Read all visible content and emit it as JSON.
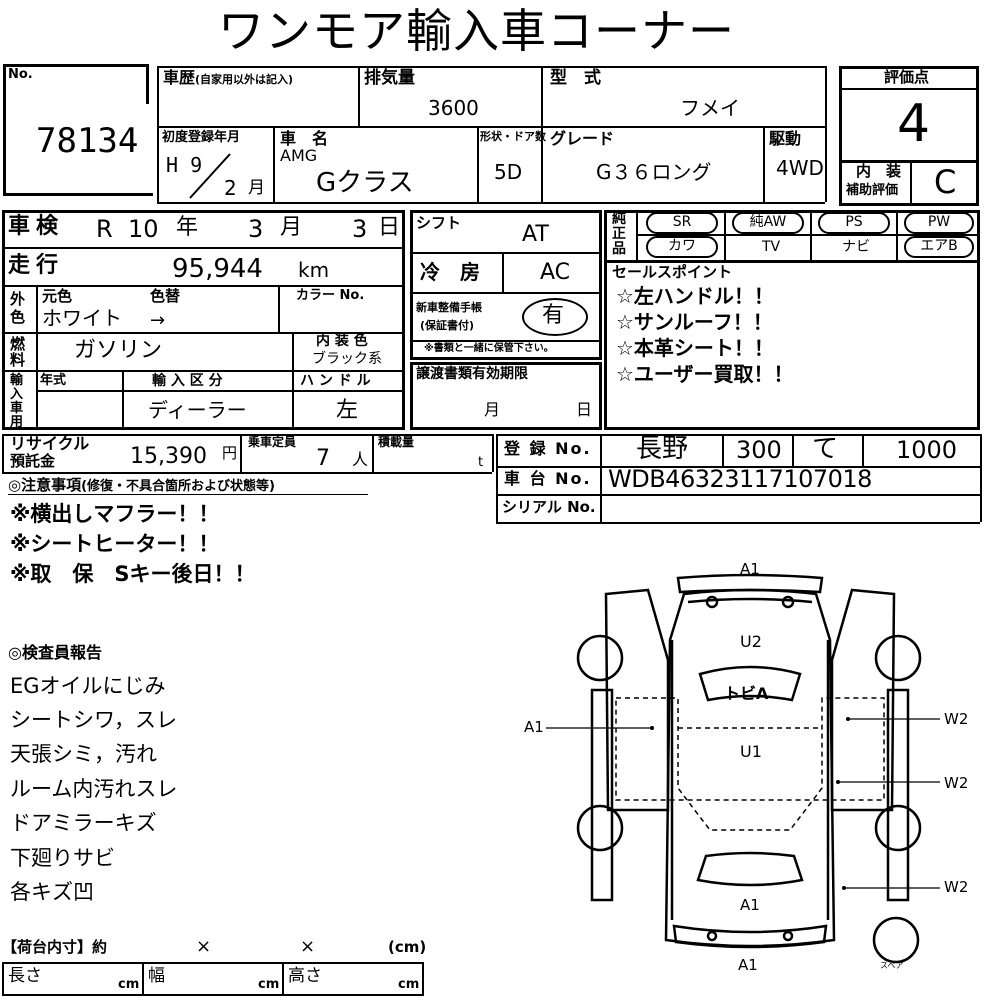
{
  "header": {
    "title": "ワンモア輸入車コーナー"
  },
  "vehicle": {
    "no_label": "No.",
    "no_value": "78134",
    "history_label": "車歴",
    "history_note": "(自家用以外は記入)",
    "displacement_label": "排気量",
    "displacement_value": "3600",
    "model_label": "型　式",
    "model_value": "フメイ",
    "first_reg_label": "初度登録年月",
    "first_reg_era": "H 9",
    "first_reg_month": "2",
    "first_reg_month_unit": "月",
    "name_label": "車　名",
    "name_maker": "AMG",
    "name_value": "Gクラス",
    "doors_label": "形状・ドア数",
    "doors_value": "5D",
    "grade_label": "グレード",
    "grade_value": "G３６ロング",
    "drive_label": "駆動",
    "drive_value": "4WD"
  },
  "rating": {
    "label": "評価点",
    "value": "4",
    "interior_label_1": "内　装",
    "interior_label_2": "補助評価",
    "interior_value": "C"
  },
  "inspection": {
    "label": "車検",
    "era": "R",
    "year": "10",
    "year_unit": "年",
    "month": "3",
    "month_unit": "月",
    "day": "3",
    "day_unit": "日"
  },
  "shift": {
    "label": "シフト",
    "value": "AT"
  },
  "mileage": {
    "label": "走行",
    "value": "95,944",
    "unit": "km"
  },
  "ac": {
    "label": "冷　房",
    "value": "AC"
  },
  "color": {
    "group_label": "外色",
    "original_label": "元色",
    "changed_label": "色替",
    "code_label": "カラー No.",
    "value": "ホワイト",
    "arrow": "→"
  },
  "maintenance": {
    "label_1": "新車整備手帳",
    "label_2": "(保証書付)",
    "value": "有",
    "note": "※書類と一緒に保管下さい。"
  },
  "fuel": {
    "label": "燃料",
    "value": "ガソリン",
    "interior_color_label": "内 装 色",
    "interior_color_value": "ブラック系"
  },
  "import": {
    "group_label": "輸入車用",
    "year_label": "年式",
    "type_label": "輸 入 区 分",
    "type_value": "ディーラー",
    "handle_label": "ハ ン ド ル",
    "handle_value": "左"
  },
  "transfer": {
    "label": "譲渡書類有効期限",
    "month_unit": "月",
    "day_unit": "日"
  },
  "equipment": {
    "label": "純正品",
    "items": [
      "SR",
      "純AW",
      "PS",
      "PW",
      "カワ",
      "TV",
      "ナビ",
      "エアB"
    ]
  },
  "sales_points": {
    "label": "セールスポイント",
    "items": [
      "☆左ハンドル！！",
      "☆サンルーフ！！",
      "☆本革シート！！",
      "☆ユーザー買取！！"
    ]
  },
  "recycle": {
    "label_1": "リサイクル",
    "label_2": "預託金",
    "value": "15,390",
    "unit": "円",
    "capacity_label": "乗車定員",
    "capacity_value": "7",
    "capacity_unit": "人",
    "load_label": "積載量",
    "load_unit": "t"
  },
  "registration": {
    "reg_label": "登 録 No.",
    "reg_area": "長野",
    "reg_class": "300",
    "reg_kana": "て",
    "reg_number": "1000",
    "chassis_label": "車 台 No.",
    "chassis_value": "WDB46323117107018",
    "serial_label": "シリアル No."
  },
  "notes": {
    "label": "◎注意事項",
    "sub": "(修復・不具合箇所および状態等)",
    "items": [
      "※横出しマフラー！！",
      "※シートヒーター！！",
      "※取　保　Sキー後日！！"
    ]
  },
  "inspector": {
    "label": "◎検査員報告",
    "items": [
      "EGオイルにじみ",
      "シートシワ，スレ",
      "天張シミ，汚れ",
      "ルーム内汚れスレ",
      "ドアミラーキズ",
      "下廻りサビ",
      "各キズ凹"
    ]
  },
  "cargo": {
    "label": "【荷台内寸】約",
    "x1": "×",
    "x2": "×",
    "unit": "(cm)",
    "length_label": "長さ",
    "width_label": "幅",
    "height_label": "高さ",
    "cm": "cm"
  },
  "diagram": {
    "front_top": "A1",
    "u2": "U2",
    "topia": "トビA",
    "u1": "U1",
    "left_a1": "A1",
    "w2_1": "W2",
    "w2_2": "W2",
    "w2_3": "W2",
    "rear_a1": "A1",
    "bottom_a1": "A1",
    "spare": "スペア"
  }
}
